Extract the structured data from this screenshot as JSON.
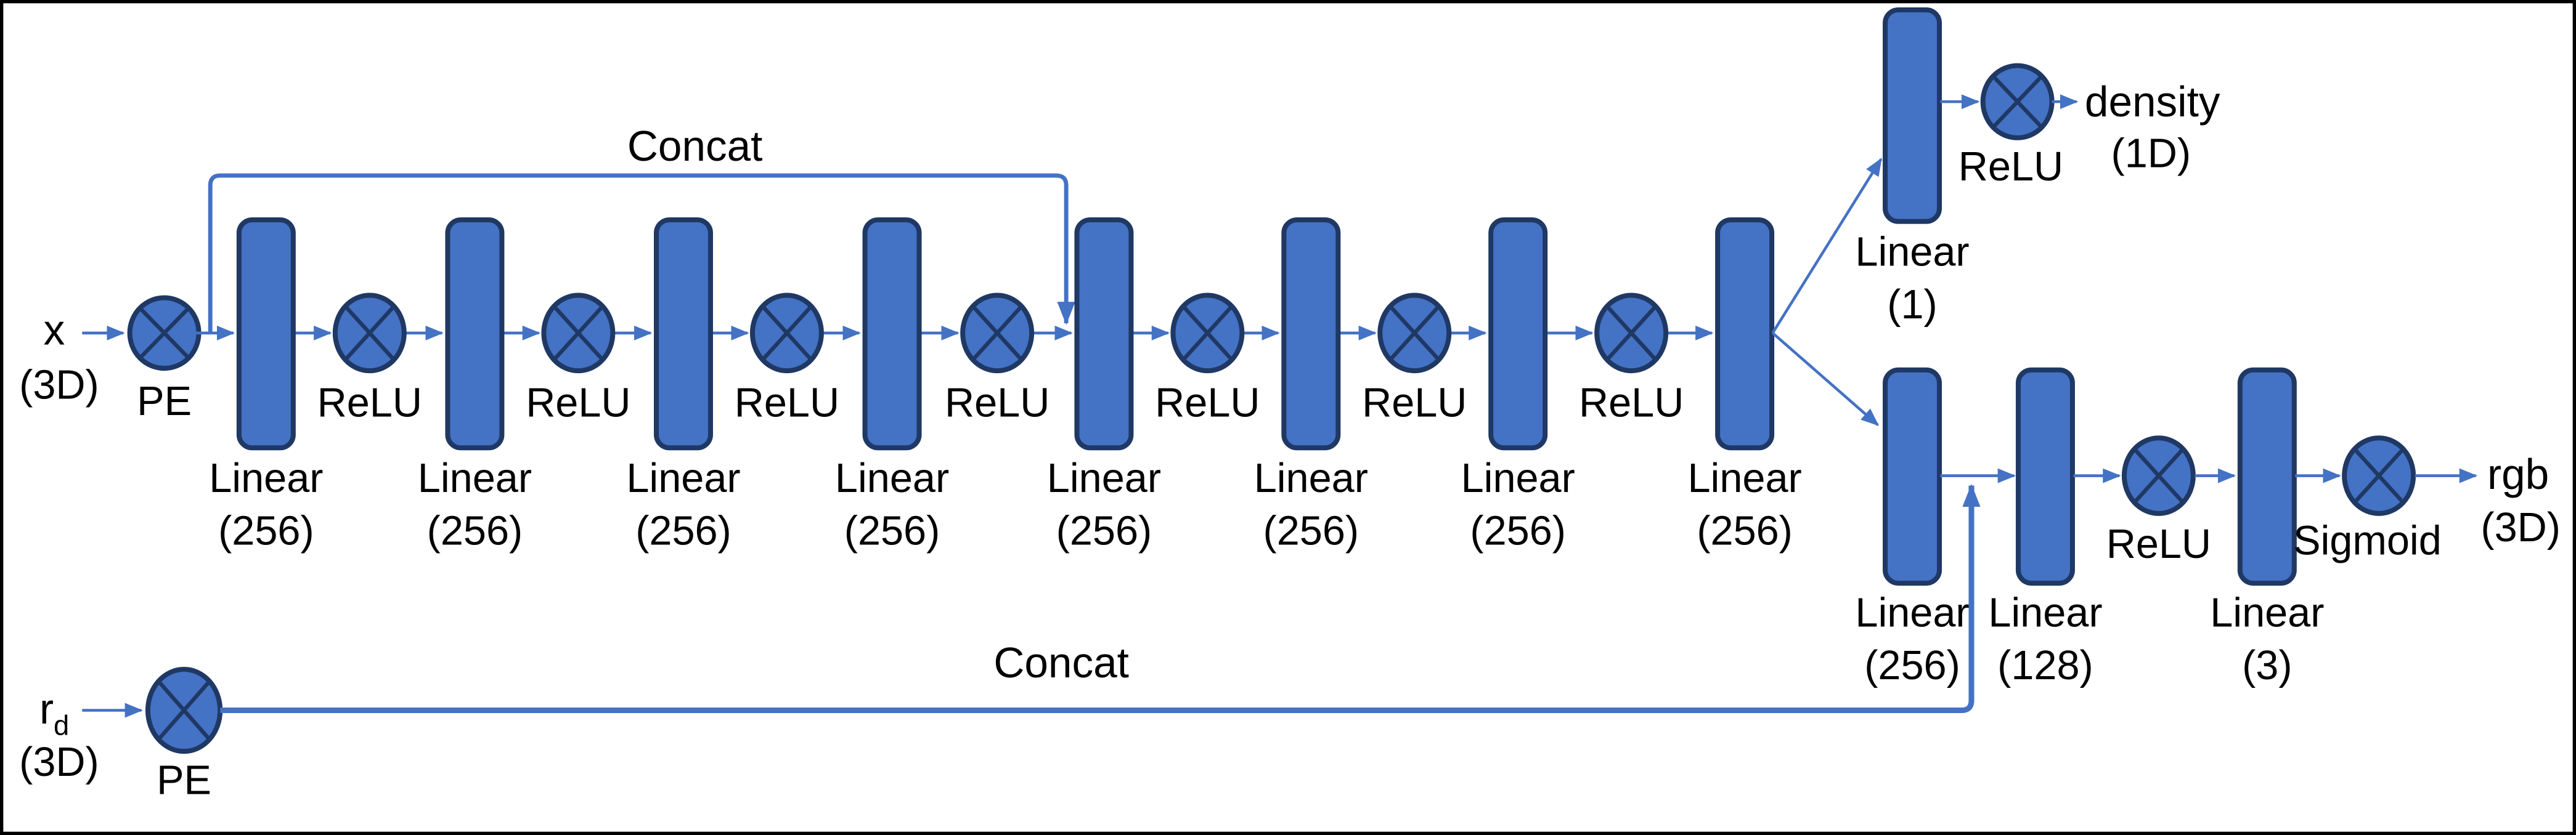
{
  "figure": {
    "background": "#ffffff",
    "frame_color": "#000000"
  },
  "colors": {
    "node_fill": "#4472C4",
    "node_border": "#1F3864",
    "connector": "#4472C4",
    "label": "#000000"
  },
  "inputs": {
    "position": {
      "name": "x",
      "dim": "(3D)",
      "encoder": "PE"
    },
    "view_direction": {
      "name": "r",
      "subscript": "d",
      "dim": "(3D)",
      "encoder": "PE"
    }
  },
  "skip_connections": {
    "position_skip_label": "Concat",
    "direction_skip_label": "Concat"
  },
  "trunk": {
    "blocks": [
      {
        "label": "Linear",
        "dim": "(256)"
      },
      {
        "label": "Linear",
        "dim": "(256)"
      },
      {
        "label": "Linear",
        "dim": "(256)"
      },
      {
        "label": "Linear",
        "dim": "(256)"
      },
      {
        "label": "Linear",
        "dim": "(256)"
      },
      {
        "label": "Linear",
        "dim": "(256)"
      },
      {
        "label": "Linear",
        "dim": "(256)"
      },
      {
        "label": "Linear",
        "dim": "(256)"
      }
    ],
    "activations": [
      {
        "label": "ReLU"
      },
      {
        "label": "ReLU"
      },
      {
        "label": "ReLU"
      },
      {
        "label": "ReLU"
      },
      {
        "label": "ReLU"
      },
      {
        "label": "ReLU"
      },
      {
        "label": "ReLU"
      }
    ]
  },
  "density_head": {
    "block": {
      "label": "Linear",
      "dim": "(1)"
    },
    "activation": {
      "label": "ReLU"
    },
    "output": {
      "name": "density",
      "dim": "(1D)"
    }
  },
  "rgb_head": {
    "blocks": [
      {
        "label": "Linear",
        "dim": "(256)"
      },
      {
        "label": "Linear",
        "dim": "(128)"
      },
      {
        "label": "Linear",
        "dim": "(3)"
      }
    ],
    "activation": {
      "label": "ReLU"
    },
    "output_activation": {
      "label": "Sigmoid"
    },
    "output": {
      "name": "rgb",
      "dim": "(3D)"
    }
  }
}
